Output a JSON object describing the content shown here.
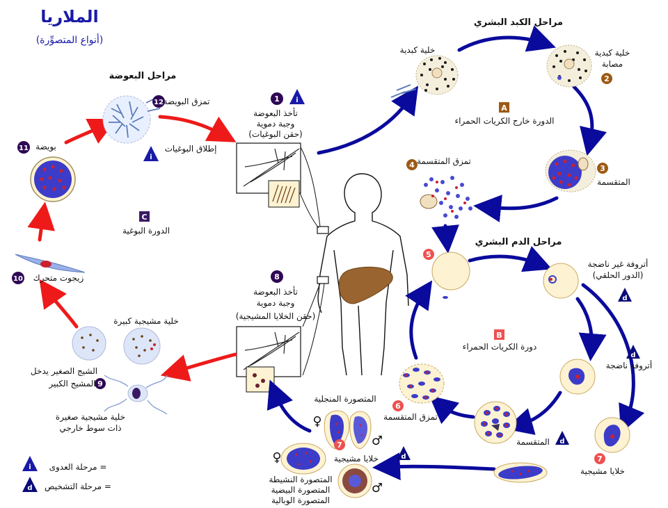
{
  "title": "الملاريا",
  "subtitle": "(أنواع المتصوِّرة)",
  "colors": {
    "blue_arrow": "#0a0a9c",
    "red_arrow": "#ee1a1a",
    "cell_fill": "#fdf2d2",
    "cell_stroke": "#c9a860",
    "merozoite": "#3c3cc8",
    "parasite_red": "#cc2030",
    "liver": "#9a6430",
    "num_purple": "#2e0854",
    "num_brown": "#9c5a14",
    "num_red": "#ee5050",
    "badge_i": "#1a1aa8",
    "badge_d": "#0a0a7a",
    "letter_a": "#9c5a14",
    "letter_b": "#ee5050",
    "letter_c": "#3a1a64"
  },
  "sections": {
    "liver": "مراحل الكبد البشري",
    "blood": "مراحل الدم البشري",
    "mosquito": "مراحل البعوضة"
  },
  "cycles": {
    "A": {
      "letter": "A",
      "label": "الدورة خارج الكريات الحمراء"
    },
    "B": {
      "letter": "B",
      "label": "دورة الكريات الحمراء"
    },
    "C": {
      "letter": "C",
      "label": "الدورة البوغية"
    }
  },
  "stages": {
    "s1": {
      "num": "1",
      "line1": "تأخذ البعوضة",
      "line2": "وجبة دموية",
      "line3": "(حقن البوغيات)"
    },
    "liver_cell": "خلية كبدية",
    "s2": {
      "num": "2",
      "line1": "خلية كبدية",
      "line2": "مصابة"
    },
    "s3": {
      "num": "3",
      "label": "المتقسمة"
    },
    "s4": {
      "num": "4",
      "label": "تمزق المتقسمة"
    },
    "s5": {
      "num": "5"
    },
    "immature_troph": {
      "line1": "أتروفة غير ناضجة",
      "line2": "(الدور الحلقي)"
    },
    "mature_troph": "أتروفة ناضجة",
    "schizont_blood": "المتقسمة",
    "s6": {
      "num": "6",
      "label": "تمزق المتقسمة"
    },
    "s7a": {
      "num": "7",
      "label": "خلايا مشيجية"
    },
    "s7b": {
      "num": "7",
      "label": "خلايا مشيجية"
    },
    "gametes_label": "المتصورة المنجلية",
    "species": [
      "المتصورة النشيطة",
      "المتصورة البيضية",
      "المتصورة الوبالية"
    ],
    "s8": {
      "num": "8",
      "line1": "تأخذ البعوضة",
      "line2": "وجبة دموية",
      "line3": "(حقن الخلايا المشيجية)"
    },
    "s9": {
      "num": "9",
      "line1": "الشيج الصغير يدخل",
      "line2": "المشيج الكبير"
    },
    "macrogametocyte": "خلية مشيجية كبيرة",
    "microgametocyte": {
      "line1": "خلية مشيجية صغيرة",
      "line2": "ذات سوط خارجي"
    },
    "s10": {
      "num": "10",
      "label": "زيجوت متحرك"
    },
    "s11": {
      "num": "11",
      "label": "بويضة"
    },
    "s12": {
      "num": "12",
      "label": "تمزق البويضة"
    },
    "sporozoite_release": "إطلاق البوغيات"
  },
  "badges": {
    "i": "i",
    "d": "d"
  },
  "legend": {
    "infective": "مرحلة العدوى =",
    "diagnostic": "مرحلة التشخيص ="
  },
  "symbols": {
    "female": "♀",
    "male": "♂"
  }
}
